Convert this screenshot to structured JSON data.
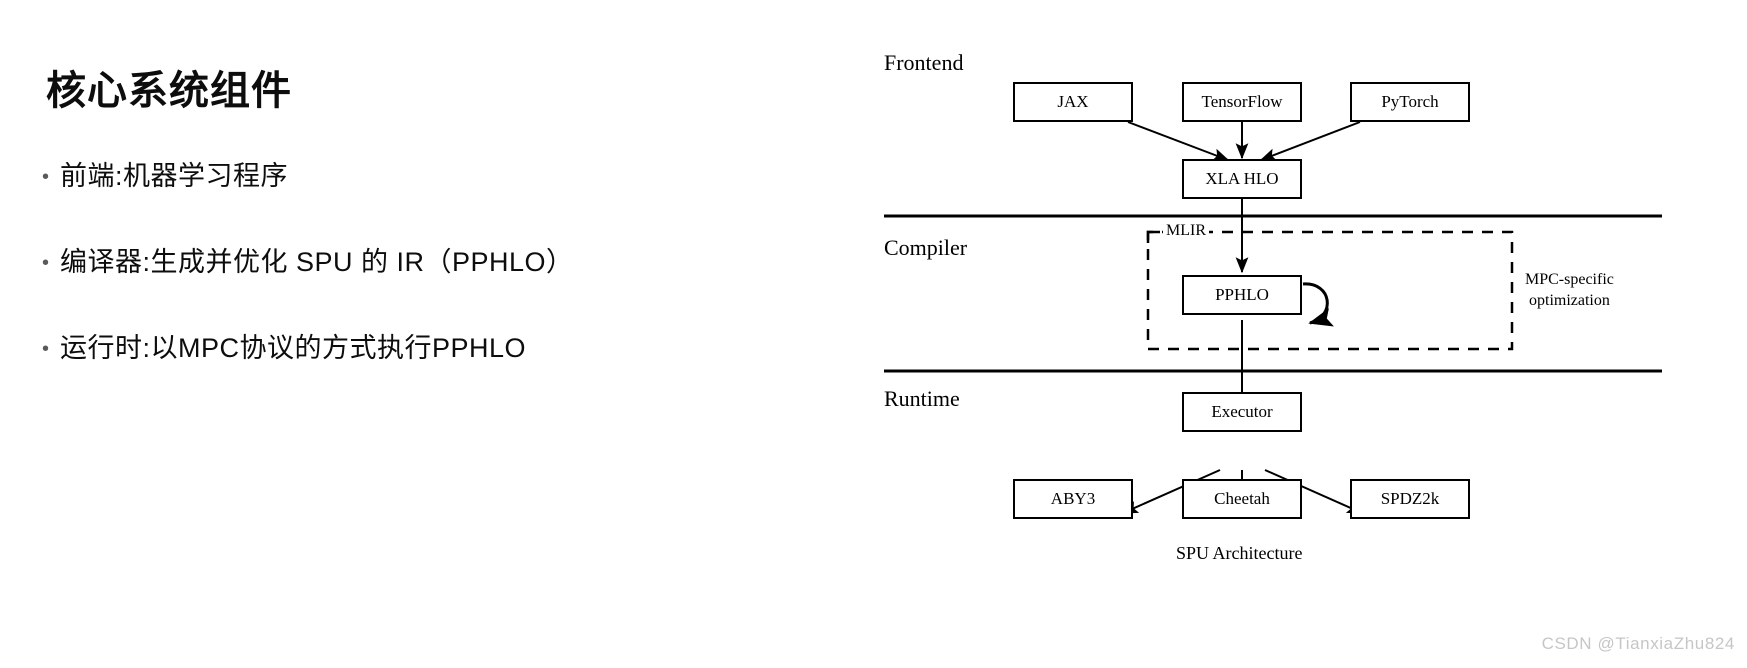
{
  "slide": {
    "title": "核心系统组件",
    "bullet_marker": "•",
    "bullets": [
      {
        "text": "前端:机器学习程序"
      },
      {
        "text": "编译器:生成并优化 SPU 的 IR（PPHLO）"
      },
      {
        "text": "运行时:以MPC协议的方式执行PPHLO"
      }
    ]
  },
  "diagram": {
    "caption": "SPU Architecture",
    "sections": [
      {
        "label": "Frontend"
      },
      {
        "label": "Compiler"
      },
      {
        "label": "Runtime"
      }
    ],
    "group_label": "MLIR",
    "annotation": {
      "line1": "MPC-specific",
      "line2": "optimization"
    },
    "nodes": {
      "jax": "JAX",
      "tensorflow": "TensorFlow",
      "pytorch": "PyTorch",
      "xla_hlo": "XLA HLO",
      "pphlo": "PPHLO",
      "executor": "Executor",
      "aby3": "ABY3",
      "cheetah": "Cheetah",
      "spdz2k": "SPDZ2k"
    }
  },
  "watermark": {
    "text": "CSDN @TianxiaZhu824"
  },
  "colors": {
    "background": "#ffffff",
    "ink": "#000000",
    "title_ink": "#0d0d0d",
    "bullet_marker": "#5a5a5a",
    "watermark": "#c6c6c6"
  }
}
